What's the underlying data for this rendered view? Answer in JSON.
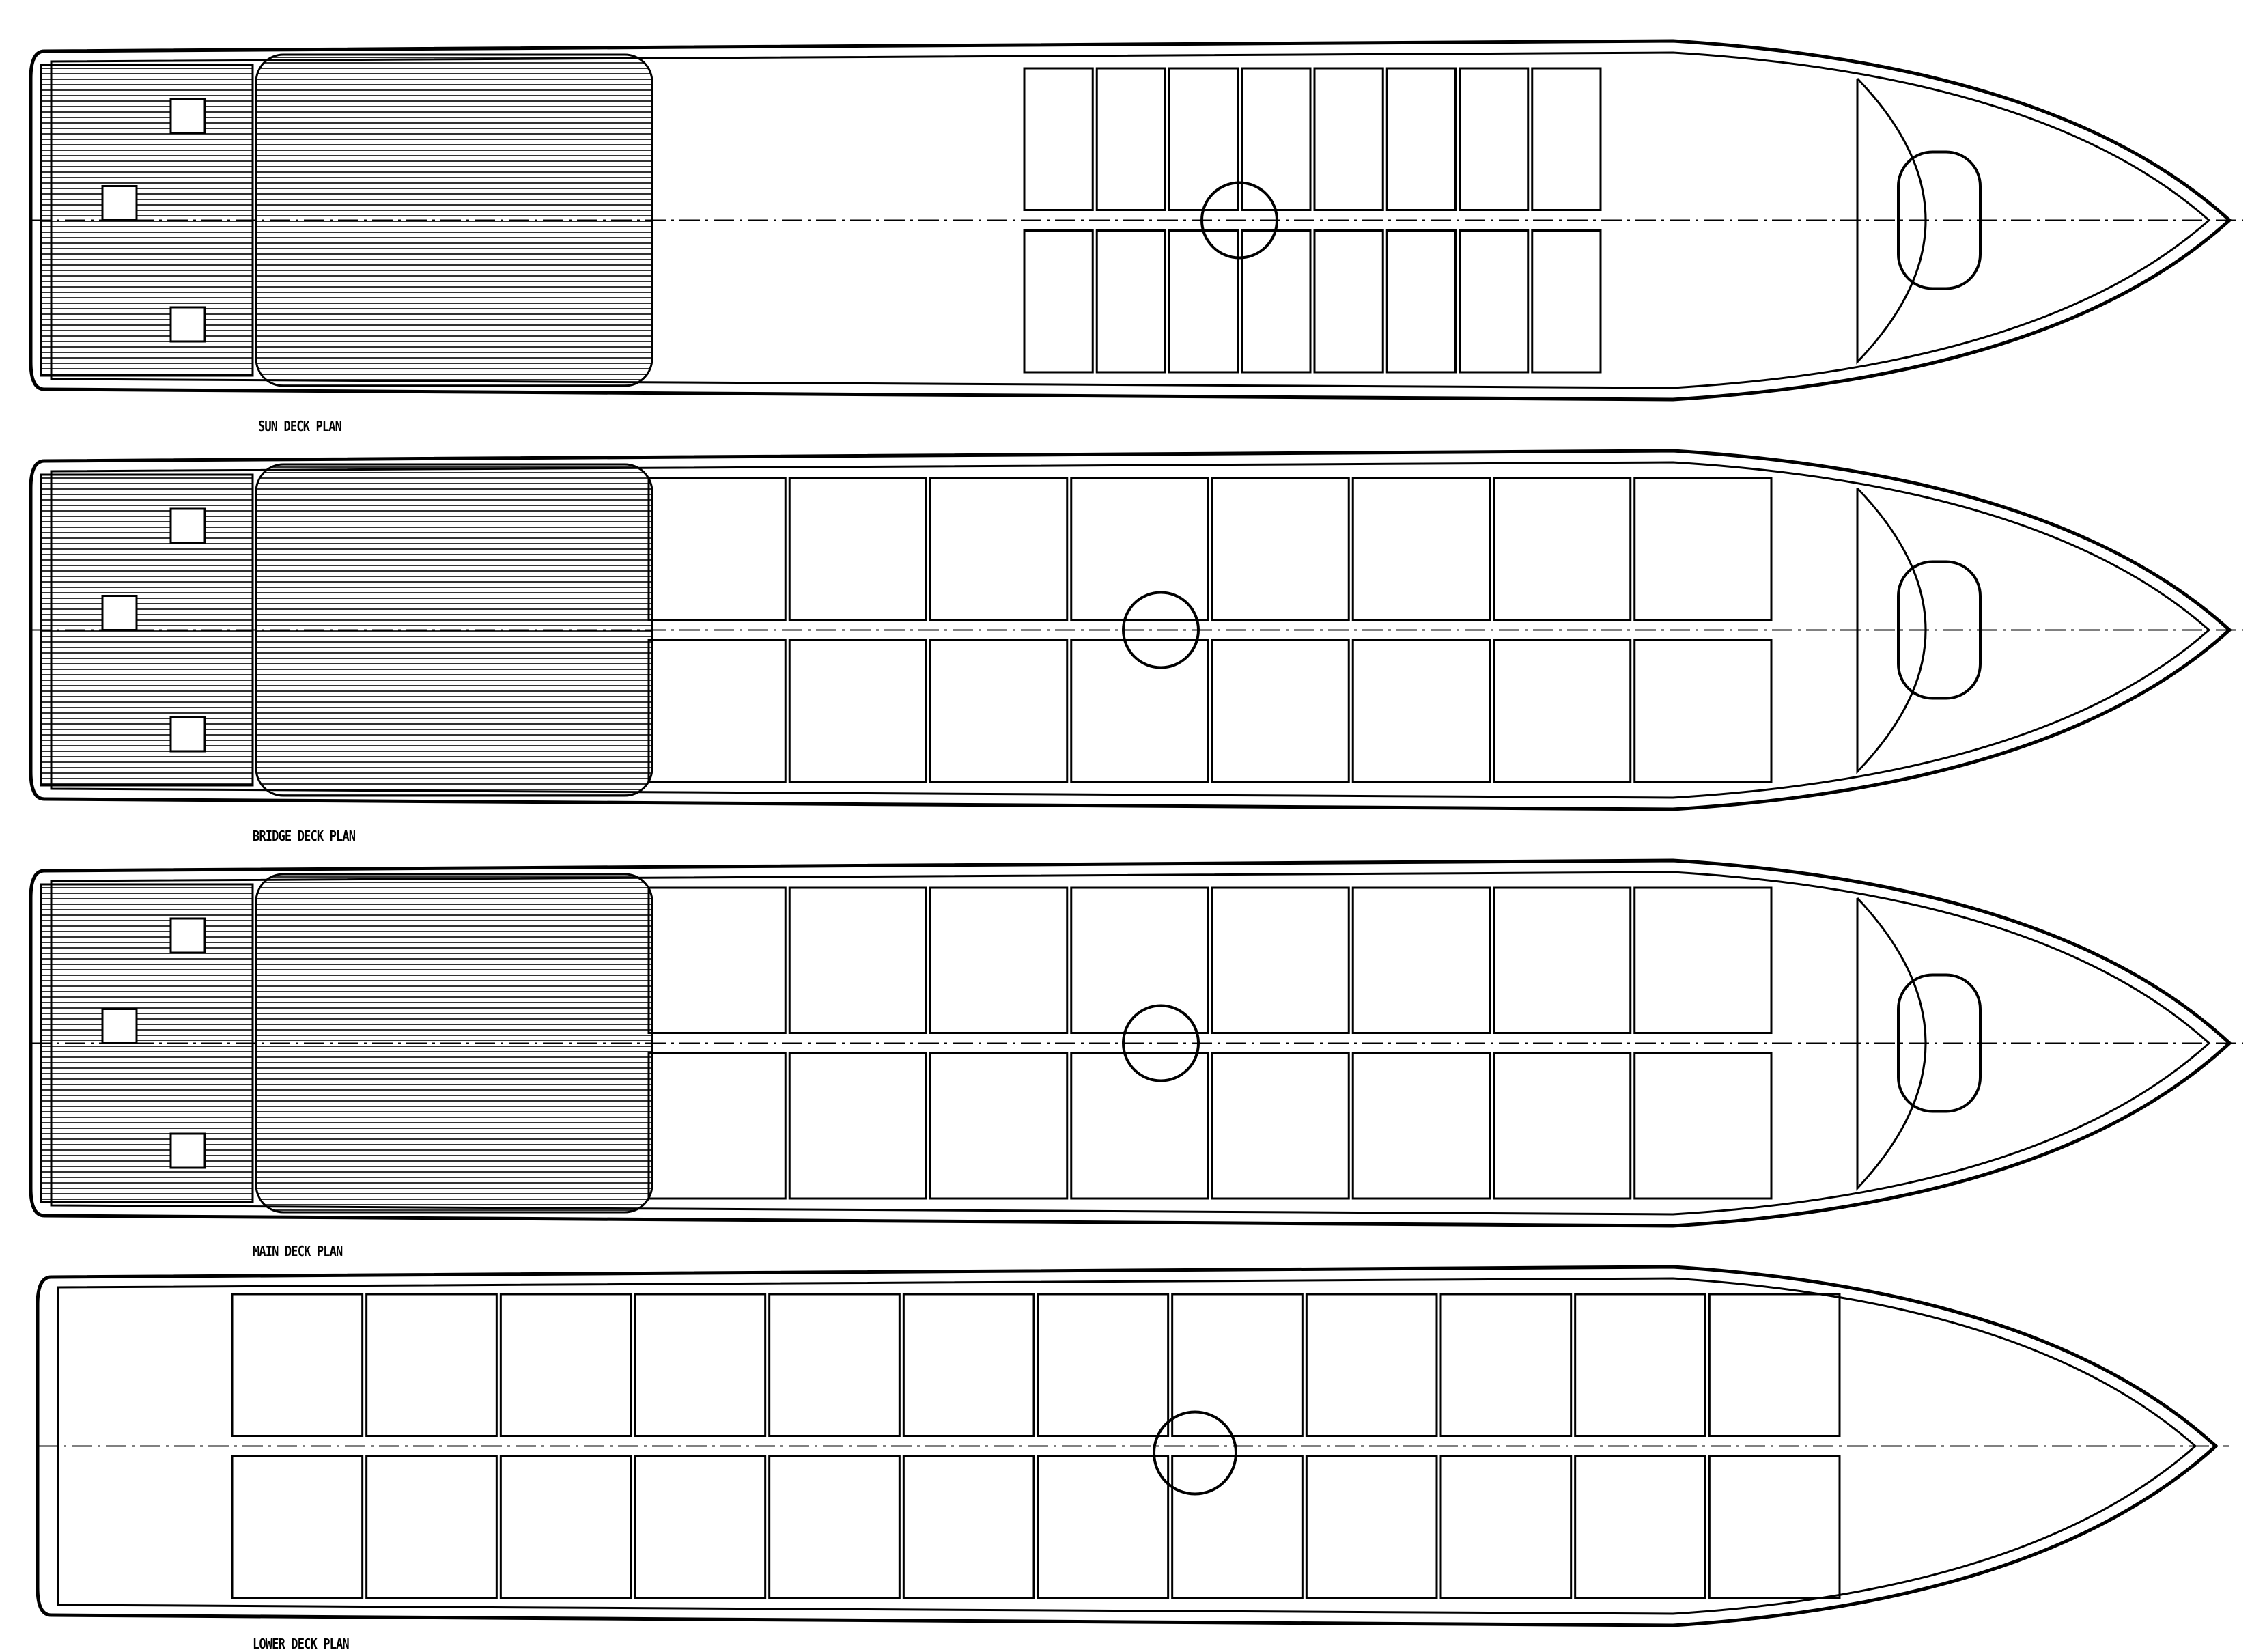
{
  "decks": [
    {
      "id": "sun",
      "label": "SUN DECK PLAN"
    },
    {
      "id": "bridge",
      "label": "BRIDGE DECK PLAN"
    },
    {
      "id": "main",
      "label": "MAIN DECK PLAN"
    },
    {
      "id": "lower",
      "label": "LOWER DECK PLAN"
    }
  ],
  "colors": {
    "line": "#000000",
    "background": "#ffffff"
  }
}
